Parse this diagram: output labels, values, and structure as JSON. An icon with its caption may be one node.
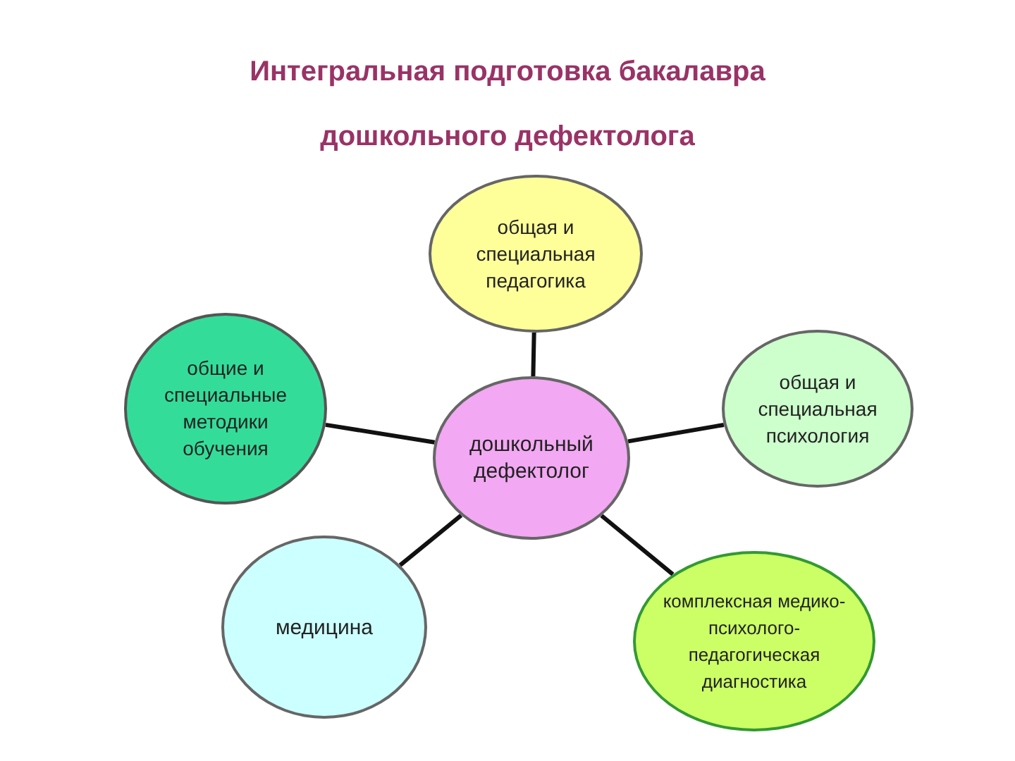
{
  "diagram": {
    "title": "Интегральная подготовка бакалавра дошкольного дефектолога",
    "nodes": [
      {
        "text": [
          "общая и специальная педагогика"
        ]
      },
      {
        "text": [
          "общие и специальные методики обучения"
        ]
      },
      {
        "text": [
          "общая и специальная психология"
        ]
      },
      {
        "text": [
          "дошкольный дефектолог"
        ]
      },
      {
        "text": [
          "медицина"
        ]
      },
      {
        "text": [
          "комплексная медико-психолого-педагогическая диагностика"
        ]
      }
    ],
    "edges": [
      {
        "from": 3,
        "to": 0,
        "arrow": "none"
      },
      {
        "from": 3,
        "to": 1,
        "arrow": "none"
      },
      {
        "from": 3,
        "to": 2,
        "arrow": "none"
      },
      {
        "from": 3,
        "to": 4,
        "arrow": "none"
      },
      {
        "from": 3,
        "to": 5,
        "arrow": "none"
      }
    ]
  }
}
